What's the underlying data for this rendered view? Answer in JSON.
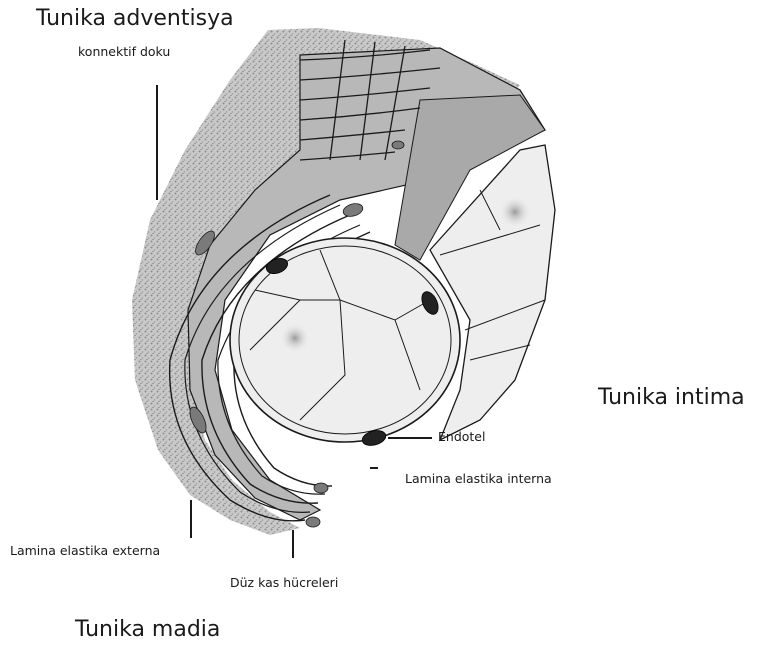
{
  "labels": {
    "tunika_adventisya": "Tunika adventisya",
    "konnektif_doku": "konnektif doku",
    "tunika_intima": "Tunika intima",
    "endotel": "Endotel",
    "lamina_elastika_interna": "Lamina elastika interna",
    "lamina_elastika_externa": "Lamina elastika externa",
    "duz_kas_hucreleri": "Düz kas hücreleri",
    "tunika_madia": "Tunika madia"
  },
  "colors": {
    "line": "#1a1a1a",
    "adventitia_texture": "#9a9a9a",
    "media_gray": "#b8b8b8",
    "endothelium_fill": "#eeeeee",
    "nucleus": "#222222",
    "smooth_muscle_nucleus": "#7a7a7a"
  }
}
